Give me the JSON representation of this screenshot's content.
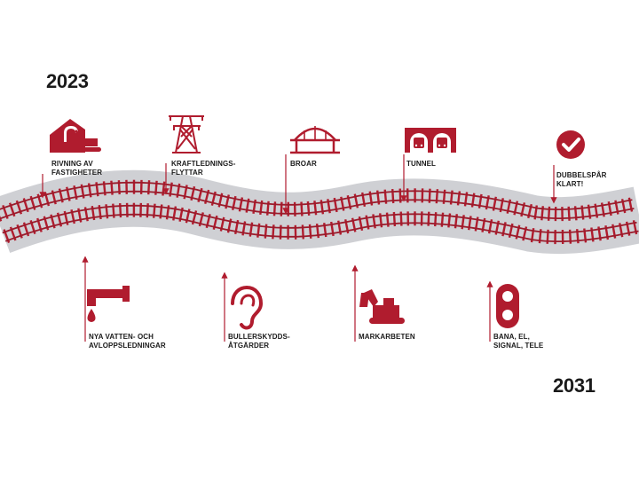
{
  "years": {
    "start": "2023",
    "end": "2031"
  },
  "colors": {
    "accent": "#b01c2e",
    "track": "#cfd0d4",
    "text": "#1a1a1a"
  },
  "milestones_top": [
    {
      "icon": "demolition-icon",
      "label": "RIVNING AV\nFASTIGHETER"
    },
    {
      "icon": "power-pylon-icon",
      "label": "KRAFTLEDNINGS-\nFLYTTAR"
    },
    {
      "icon": "bridge-icon",
      "label": "BROAR"
    },
    {
      "icon": "tunnel-icon",
      "label": "TUNNEL"
    },
    {
      "icon": "checkmark-icon",
      "label": "DUBBELSPÅR\nKLART!"
    }
  ],
  "milestones_bottom": [
    {
      "icon": "water-tap-icon",
      "label": "NYA VATTEN- OCH\nAVLOPPSLEDNINGAR"
    },
    {
      "icon": "ear-icon",
      "label": "BULLERSKYDDS-\nÅTGÄRDER"
    },
    {
      "icon": "excavator-icon",
      "label": "MARKARBETEN"
    },
    {
      "icon": "traffic-signal-icon",
      "label": "BANA, EL,\nSIGNAL, TELE"
    }
  ]
}
